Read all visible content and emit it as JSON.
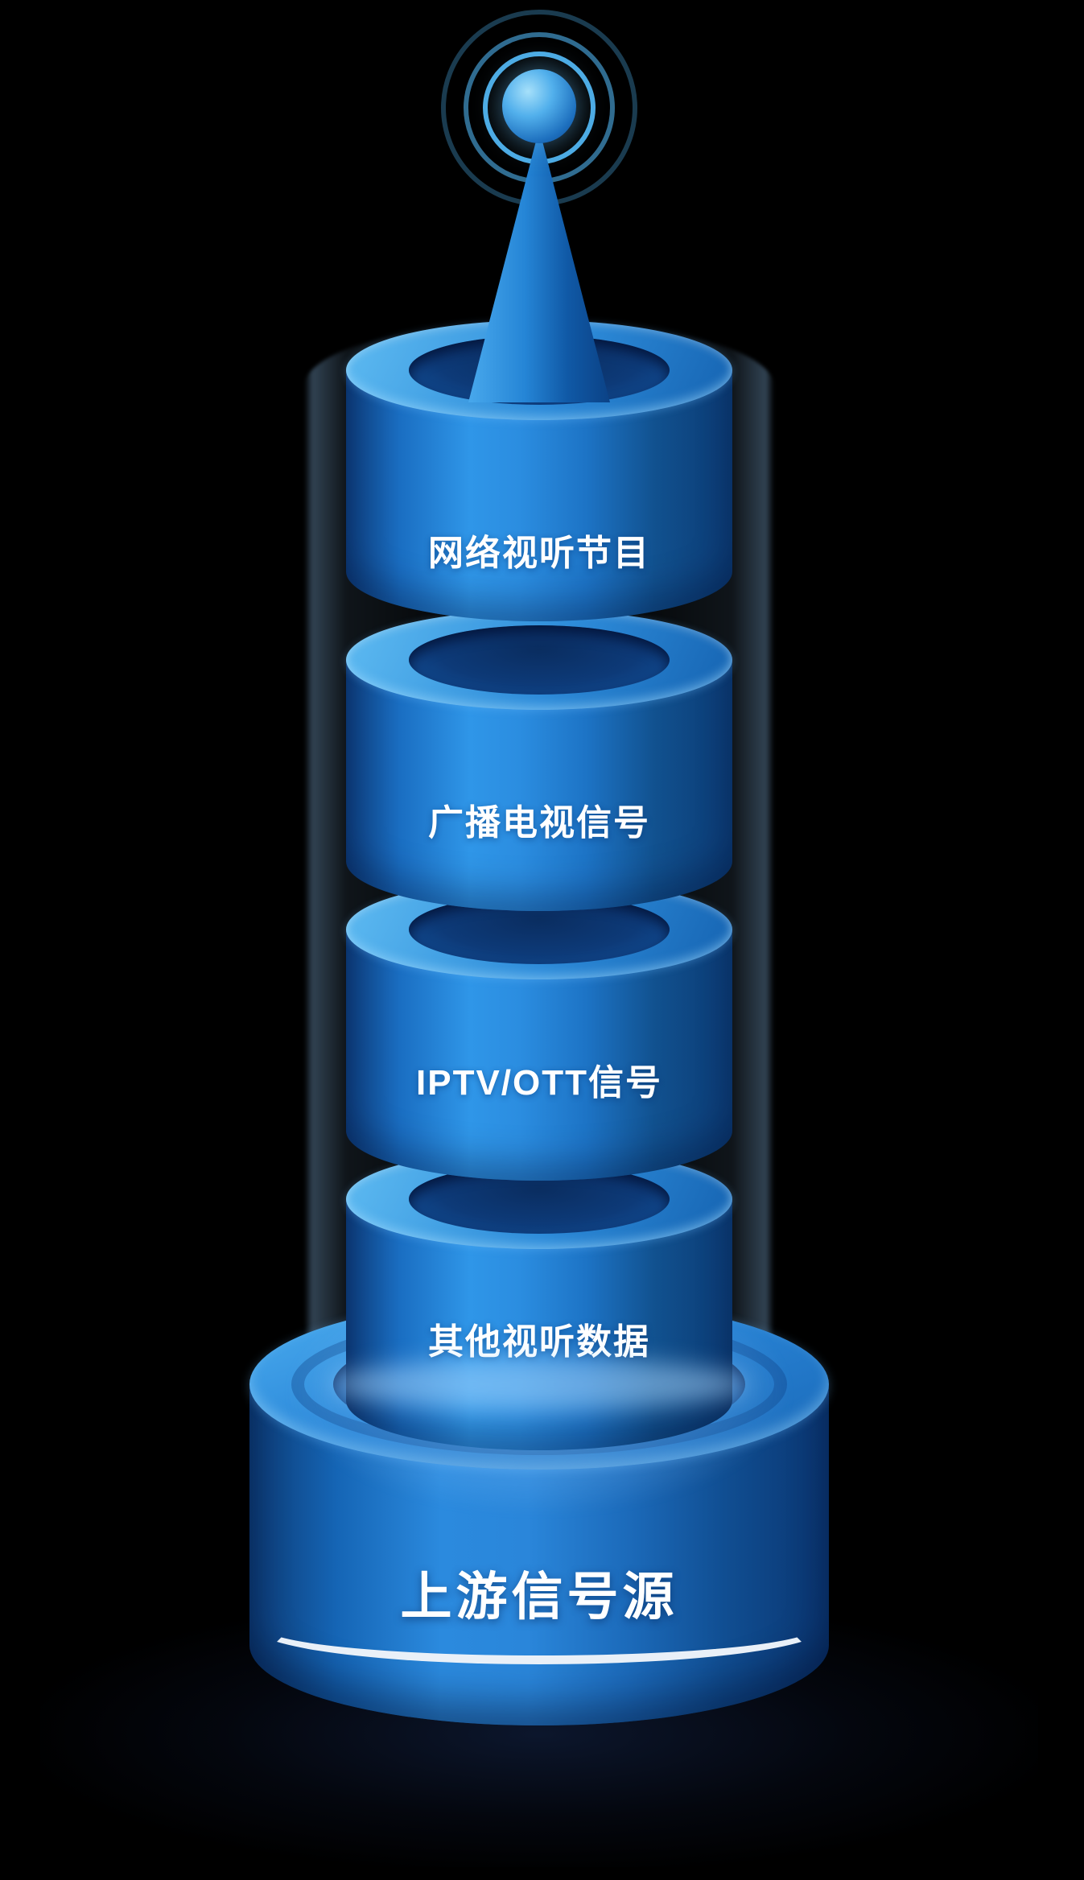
{
  "page": {
    "background": "#000000"
  },
  "tower": {
    "base_label": "上游信号源",
    "layers": [
      {
        "label": "网络视听节目"
      },
      {
        "label": "广播电视信号"
      },
      {
        "label": "IPTV/OTT信号"
      },
      {
        "label": "其他视听数据"
      }
    ],
    "icons": {
      "antenna": "broadcast-antenna-with-signal-rings"
    },
    "colors": {
      "cylinder_highlight": "#2f96e8",
      "cylinder_shadow": "#0c3a74",
      "cylinder_top_face": "#5fbcf2",
      "glow": "#9ed4ff",
      "stripe": "#e9f0f8",
      "label_text": "#ffffff"
    }
  }
}
